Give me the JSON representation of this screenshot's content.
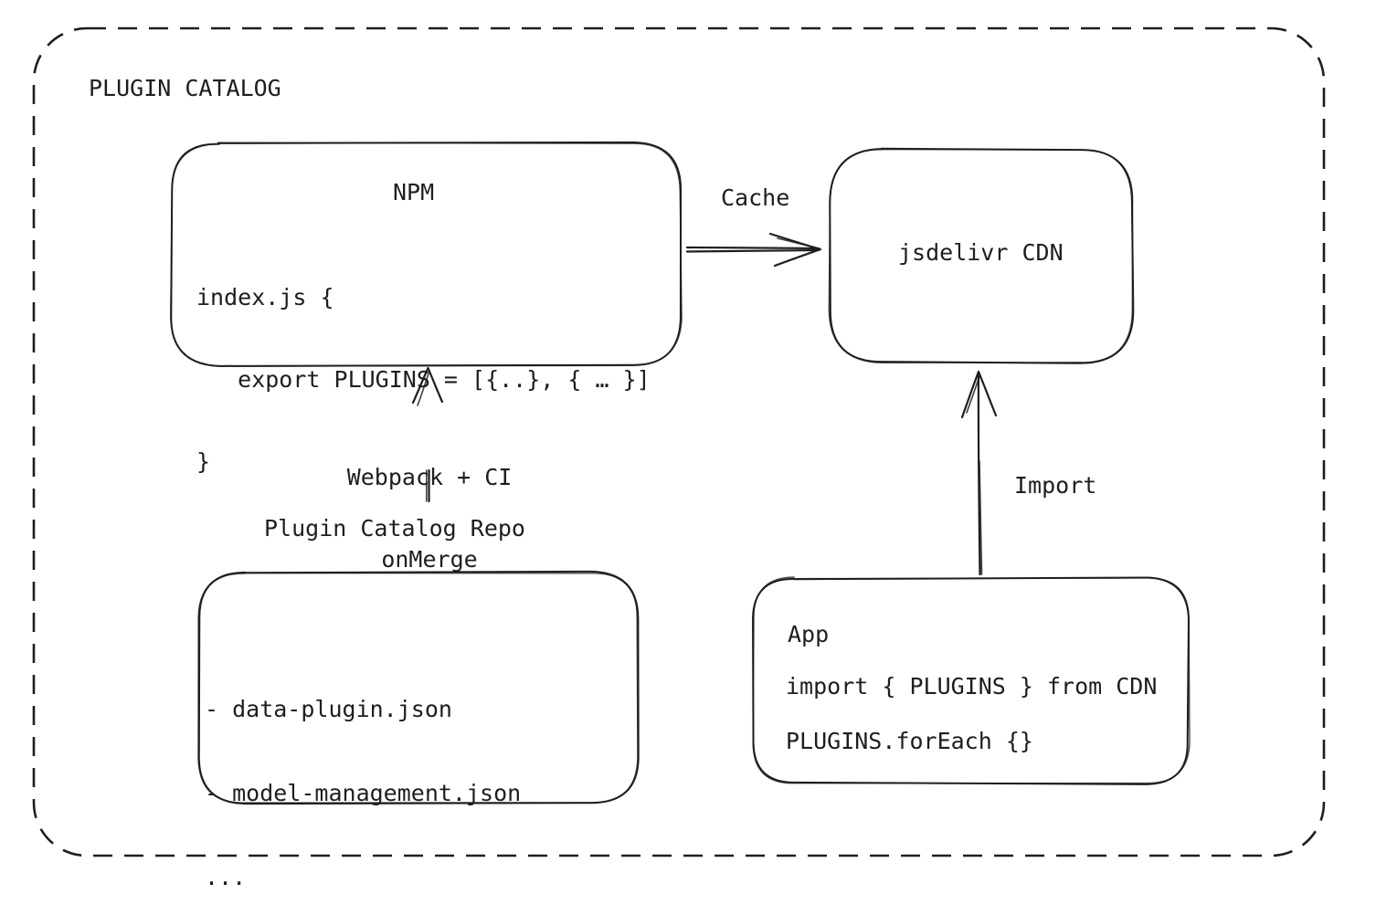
{
  "colors": {
    "stroke": "#1e1e1e",
    "background": "#ffffff"
  },
  "frame": {
    "title": "PLUGIN CATALOG"
  },
  "nodes": {
    "npm": {
      "title": "NPM",
      "code": [
        "index.js {",
        "   export PLUGINS = [{..}, { … }]",
        "}"
      ]
    },
    "cdn": {
      "label": "jsdelivr CDN"
    },
    "repo": {
      "label": "Plugin Catalog Repo",
      "items": [
        "- data-plugin.json",
        "- model-management.json",
        "..."
      ]
    },
    "app": {
      "title": "App",
      "code": [
        "import { PLUGINS } from CDN",
        "PLUGINS.forEach {}"
      ]
    }
  },
  "edges": {
    "cache": {
      "label": "Cache"
    },
    "build": {
      "lines": [
        "Webpack + CI",
        "onMerge"
      ]
    },
    "import": {
      "label": "Import"
    }
  }
}
